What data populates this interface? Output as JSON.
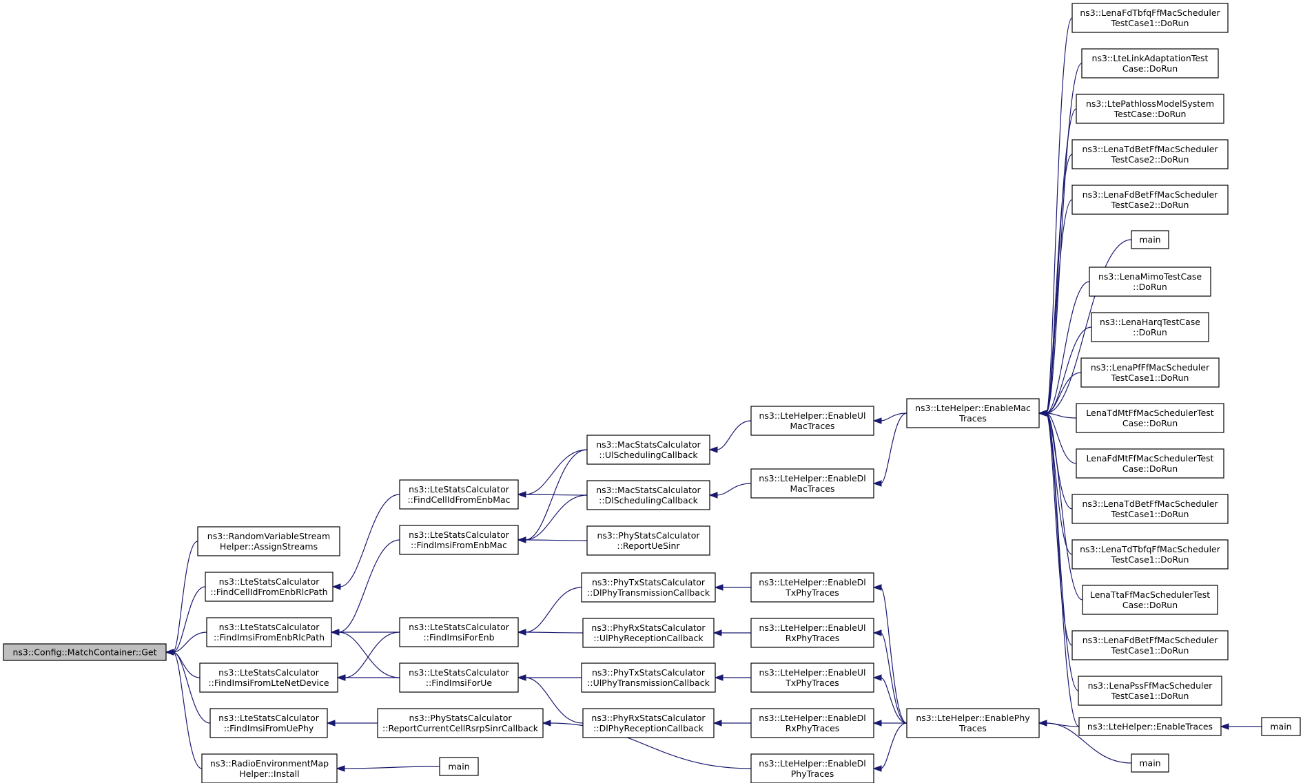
{
  "colors": {
    "edge": "#191970",
    "root_fill": "#bfbfbf",
    "node_fill": "#ffffff",
    "border": "#000000"
  },
  "nodes": [
    {
      "id": "get",
      "lines": [
        "ns3::Config::MatchContainer::Get"
      ],
      "root": true
    },
    {
      "id": "rvs",
      "lines": [
        "ns3::RandomVariableStream",
        "Helper::AssignStreams"
      ]
    },
    {
      "id": "fcirlc",
      "lines": [
        "ns3::LteStatsCalculator",
        "::FindCellIdFromEnbRlcPath"
      ]
    },
    {
      "id": "fierlc",
      "lines": [
        "ns3::LteStatsCalculator",
        "::FindImsiFromEnbRlcPath"
      ]
    },
    {
      "id": "filte",
      "lines": [
        "ns3::LteStatsCalculator",
        "::FindImsiFromLteNetDevice"
      ]
    },
    {
      "id": "fiuephy",
      "lines": [
        "ns3::LteStatsCalculator",
        "::FindImsiFromUePhy"
      ]
    },
    {
      "id": "rem",
      "lines": [
        "ns3::RadioEnvironmentMap",
        "Helper::Install"
      ]
    },
    {
      "id": "fcimac",
      "lines": [
        "ns3::LteStatsCalculator",
        "::FindCellIdFromEnbMac"
      ]
    },
    {
      "id": "fiemac",
      "lines": [
        "ns3::LteStatsCalculator",
        "::FindImsiFromEnbMac"
      ]
    },
    {
      "id": "fienb",
      "lines": [
        "ns3::LteStatsCalculator",
        "::FindImsiForEnb"
      ]
    },
    {
      "id": "fiue",
      "lines": [
        "ns3::LteStatsCalculator",
        "::FindImsiForUe"
      ]
    },
    {
      "id": "rcrsrp",
      "lines": [
        "ns3::PhyStatsCalculator",
        "::ReportCurrentCellRsrpSinrCallback"
      ]
    },
    {
      "id": "main1",
      "lines": [
        "main"
      ]
    },
    {
      "id": "ulsched",
      "lines": [
        "ns3::MacStatsCalculator",
        "::UlSchedulingCallback"
      ]
    },
    {
      "id": "dlsched",
      "lines": [
        "ns3::MacStatsCalculator",
        "::DlSchedulingCallback"
      ]
    },
    {
      "id": "repuesinr",
      "lines": [
        "ns3::PhyStatsCalculator",
        "::ReportUeSinr"
      ]
    },
    {
      "id": "dltxcb",
      "lines": [
        "ns3::PhyTxStatsCalculator",
        "::DlPhyTransmissionCallback"
      ]
    },
    {
      "id": "ulrxcb",
      "lines": [
        "ns3::PhyRxStatsCalculator",
        "::UlPhyReceptionCallback"
      ]
    },
    {
      "id": "ultxcb",
      "lines": [
        "ns3::PhyTxStatsCalculator",
        "::UlPhyTransmissionCallback"
      ]
    },
    {
      "id": "dlrxcb",
      "lines": [
        "ns3::PhyRxStatsCalculator",
        "::DlPhyReceptionCallback"
      ]
    },
    {
      "id": "enulmac",
      "lines": [
        "ns3::LteHelper::EnableUl",
        "MacTraces"
      ]
    },
    {
      "id": "endlmac",
      "lines": [
        "ns3::LteHelper::EnableDl",
        "MacTraces"
      ]
    },
    {
      "id": "endltx",
      "lines": [
        "ns3::LteHelper::EnableDl",
        "TxPhyTraces"
      ]
    },
    {
      "id": "enulrx",
      "lines": [
        "ns3::LteHelper::EnableUl",
        "RxPhyTraces"
      ]
    },
    {
      "id": "enultx",
      "lines": [
        "ns3::LteHelper::EnableUl",
        "TxPhyTraces"
      ]
    },
    {
      "id": "endlrx",
      "lines": [
        "ns3::LteHelper::EnableDl",
        "RxPhyTraces"
      ]
    },
    {
      "id": "endlphy",
      "lines": [
        "ns3::LteHelper::EnableDl",
        "PhyTraces"
      ]
    },
    {
      "id": "enmac",
      "lines": [
        "ns3::LteHelper::EnableMac",
        "Traces"
      ]
    },
    {
      "id": "enphy",
      "lines": [
        "ns3::LteHelper::EnablePhy",
        "Traces"
      ]
    },
    {
      "id": "t1",
      "lines": [
        "ns3::LenaFdTbfqFfMacScheduler",
        "TestCase1::DoRun"
      ]
    },
    {
      "id": "t2",
      "lines": [
        "ns3::LteLinkAdaptationTest",
        "Case::DoRun"
      ]
    },
    {
      "id": "t3",
      "lines": [
        "ns3::LtePathlossModelSystem",
        "TestCase::DoRun"
      ]
    },
    {
      "id": "t4",
      "lines": [
        "ns3::LenaTdBetFfMacScheduler",
        "TestCase2::DoRun"
      ]
    },
    {
      "id": "t5",
      "lines": [
        "ns3::LenaFdBetFfMacScheduler",
        "TestCase2::DoRun"
      ]
    },
    {
      "id": "t6",
      "lines": [
        "main"
      ]
    },
    {
      "id": "t7",
      "lines": [
        "ns3::LenaMimoTestCase",
        "::DoRun"
      ]
    },
    {
      "id": "t8",
      "lines": [
        "ns3::LenaHarqTestCase",
        "::DoRun"
      ]
    },
    {
      "id": "t9",
      "lines": [
        "ns3::LenaPfFfMacScheduler",
        "TestCase1::DoRun"
      ]
    },
    {
      "id": "t10",
      "lines": [
        "LenaTdMtFfMacSchedulerTest",
        "Case::DoRun"
      ]
    },
    {
      "id": "t11",
      "lines": [
        "LenaFdMtFfMacSchedulerTest",
        "Case::DoRun"
      ]
    },
    {
      "id": "t12",
      "lines": [
        "ns3::LenaTdBetFfMacScheduler",
        "TestCase1::DoRun"
      ]
    },
    {
      "id": "t13",
      "lines": [
        "ns3::LenaTdTbfqFfMacScheduler",
        "TestCase1::DoRun"
      ]
    },
    {
      "id": "t14",
      "lines": [
        "LenaTtaFfMacSchedulerTest",
        "Case::DoRun"
      ]
    },
    {
      "id": "t15",
      "lines": [
        "ns3::LenaFdBetFfMacScheduler",
        "TestCase1::DoRun"
      ]
    },
    {
      "id": "t16",
      "lines": [
        "ns3::LenaPssFfMacScheduler",
        "TestCase1::DoRun"
      ]
    },
    {
      "id": "entraces",
      "lines": [
        "ns3::LteHelper::EnableTraces"
      ]
    },
    {
      "id": "main2",
      "lines": [
        "main"
      ]
    },
    {
      "id": "main3",
      "lines": [
        "main"
      ]
    }
  ],
  "edges": [
    [
      "rvs",
      "get"
    ],
    [
      "fcirlc",
      "get"
    ],
    [
      "fierlc",
      "get"
    ],
    [
      "filte",
      "get"
    ],
    [
      "fiuephy",
      "get"
    ],
    [
      "rem",
      "get"
    ],
    [
      "fcimac",
      "fcirlc"
    ],
    [
      "fiemac",
      "fierlc"
    ],
    [
      "fienb",
      "fierlc"
    ],
    [
      "fiue",
      "fierlc"
    ],
    [
      "fienb",
      "filte"
    ],
    [
      "fiue",
      "filte"
    ],
    [
      "rcrsrp",
      "fiuephy"
    ],
    [
      "main1",
      "rem"
    ],
    [
      "ulsched",
      "fcimac"
    ],
    [
      "dlsched",
      "fcimac"
    ],
    [
      "ulsched",
      "fiemac"
    ],
    [
      "dlsched",
      "fiemac"
    ],
    [
      "repuesinr",
      "fiemac"
    ],
    [
      "dltxcb",
      "fienb"
    ],
    [
      "ulrxcb",
      "fienb"
    ],
    [
      "ultxcb",
      "fiue"
    ],
    [
      "dlrxcb",
      "fiue"
    ],
    [
      "endlphy",
      "rcrsrp"
    ],
    [
      "enulmac",
      "ulsched"
    ],
    [
      "endlmac",
      "dlsched"
    ],
    [
      "endltx",
      "dltxcb"
    ],
    [
      "enulrx",
      "ulrxcb"
    ],
    [
      "enultx",
      "ultxcb"
    ],
    [
      "endlrx",
      "dlrxcb"
    ],
    [
      "enmac",
      "enulmac"
    ],
    [
      "enmac",
      "endlmac"
    ],
    [
      "enphy",
      "endltx"
    ],
    [
      "enphy",
      "enulrx"
    ],
    [
      "enphy",
      "enultx"
    ],
    [
      "enphy",
      "endlrx"
    ],
    [
      "enphy",
      "endlphy"
    ],
    [
      "t1",
      "enmac"
    ],
    [
      "t2",
      "enmac"
    ],
    [
      "t3",
      "enmac"
    ],
    [
      "t4",
      "enmac"
    ],
    [
      "t5",
      "enmac"
    ],
    [
      "t6",
      "enmac"
    ],
    [
      "t7",
      "enmac"
    ],
    [
      "t8",
      "enmac"
    ],
    [
      "t9",
      "enmac"
    ],
    [
      "t10",
      "enmac"
    ],
    [
      "t11",
      "enmac"
    ],
    [
      "t12",
      "enmac"
    ],
    [
      "t13",
      "enmac"
    ],
    [
      "t14",
      "enmac"
    ],
    [
      "t15",
      "enmac"
    ],
    [
      "t16",
      "enmac"
    ],
    [
      "entraces",
      "enmac"
    ],
    [
      "entraces",
      "enphy"
    ],
    [
      "main2",
      "enphy"
    ],
    [
      "main3",
      "entraces"
    ]
  ]
}
